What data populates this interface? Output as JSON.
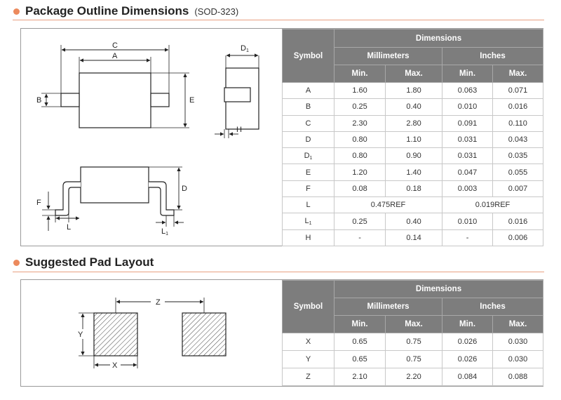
{
  "outline": {
    "title": "Package Outline Dimensions",
    "subtitle": "(SOD-323)",
    "drawing_labels": {
      "A": "A",
      "B": "B",
      "C": "C",
      "D1": "D",
      "D1_sub": "1",
      "E": "E",
      "H": "H",
      "D": "D",
      "F": "F",
      "L": "L",
      "L1": "L",
      "L1_sub": "1"
    },
    "table": {
      "symbol_header": "Symbol",
      "dimensions_header": "Dimensions",
      "mm_header": "Millimeters",
      "in_header": "Inches",
      "min": "Min.",
      "max": "Max.",
      "rows": [
        {
          "sym": "A",
          "sub": "",
          "mm_min": "1.60",
          "mm_max": "1.80",
          "in_min": "0.063",
          "in_max": "0.071"
        },
        {
          "sym": "B",
          "sub": "",
          "mm_min": "0.25",
          "mm_max": "0.40",
          "in_min": "0.010",
          "in_max": "0.016"
        },
        {
          "sym": "C",
          "sub": "",
          "mm_min": "2.30",
          "mm_max": "2.80",
          "in_min": "0.091",
          "in_max": "0.110"
        },
        {
          "sym": "D",
          "sub": "",
          "mm_min": "0.80",
          "mm_max": "1.10",
          "in_min": "0.031",
          "in_max": "0.043"
        },
        {
          "sym": "D",
          "sub": "1",
          "mm_min": "0.80",
          "mm_max": "0.90",
          "in_min": "0.031",
          "in_max": "0.035"
        },
        {
          "sym": "E",
          "sub": "",
          "mm_min": "1.20",
          "mm_max": "1.40",
          "in_min": "0.047",
          "in_max": "0.055"
        },
        {
          "sym": "F",
          "sub": "",
          "mm_min": "0.08",
          "mm_max": "0.18",
          "in_min": "0.003",
          "in_max": "0.007"
        },
        {
          "sym": "L",
          "sub": "",
          "mm_merged": "0.475REF",
          "in_merged": "0.019REF"
        },
        {
          "sym": "L",
          "sub": "1",
          "mm_min": "0.25",
          "mm_max": "0.40",
          "in_min": "0.010",
          "in_max": "0.016"
        },
        {
          "sym": "H",
          "sub": "",
          "mm_min": "-",
          "mm_max": "0.14",
          "in_min": "-",
          "in_max": "0.006"
        }
      ]
    }
  },
  "pad": {
    "title": "Suggested Pad Layout",
    "drawing_labels": {
      "Z": "Z",
      "Y": "Y",
      "X": "X"
    },
    "table": {
      "symbol_header": "Symbol",
      "dimensions_header": "Dimensions",
      "mm_header": "Millimeters",
      "in_header": "Inches",
      "min": "Min.",
      "max": "Max.",
      "rows": [
        {
          "sym": "X",
          "mm_min": "0.65",
          "mm_max": "0.75",
          "in_min": "0.026",
          "in_max": "0.030"
        },
        {
          "sym": "Y",
          "mm_min": "0.65",
          "mm_max": "0.75",
          "in_min": "0.026",
          "in_max": "0.030"
        },
        {
          "sym": "Z",
          "mm_min": "2.10",
          "mm_max": "2.20",
          "in_min": "0.084",
          "in_max": "0.088"
        }
      ]
    }
  },
  "colors": {
    "accent": "#ec8a5d",
    "header_bg": "#7d7d7d"
  }
}
